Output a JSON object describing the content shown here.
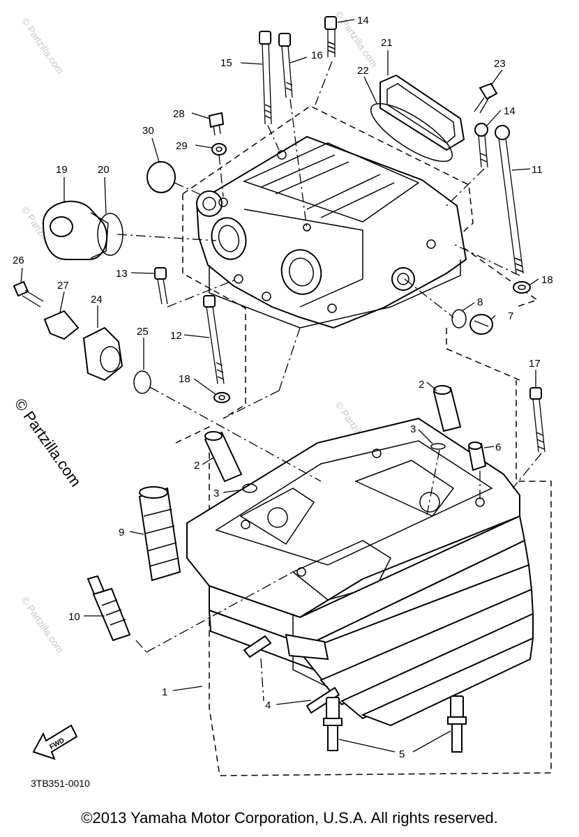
{
  "diagram": {
    "part_labels": [
      {
        "id": "1",
        "text": "1"
      },
      {
        "id": "2a",
        "text": "2"
      },
      {
        "id": "2b",
        "text": "2"
      },
      {
        "id": "3a",
        "text": "3"
      },
      {
        "id": "3b",
        "text": "3"
      },
      {
        "id": "4",
        "text": "4"
      },
      {
        "id": "5",
        "text": "5"
      },
      {
        "id": "6",
        "text": "6"
      },
      {
        "id": "7",
        "text": "7"
      },
      {
        "id": "8",
        "text": "8"
      },
      {
        "id": "9",
        "text": "9"
      },
      {
        "id": "10",
        "text": "10"
      },
      {
        "id": "11",
        "text": "11"
      },
      {
        "id": "12",
        "text": "12"
      },
      {
        "id": "13",
        "text": "13"
      },
      {
        "id": "14a",
        "text": "14"
      },
      {
        "id": "14b",
        "text": "14"
      },
      {
        "id": "15",
        "text": "15"
      },
      {
        "id": "16",
        "text": "16"
      },
      {
        "id": "17",
        "text": "17"
      },
      {
        "id": "18a",
        "text": "18"
      },
      {
        "id": "18b",
        "text": "18"
      },
      {
        "id": "19",
        "text": "19"
      },
      {
        "id": "20",
        "text": "20"
      },
      {
        "id": "21",
        "text": "21"
      },
      {
        "id": "22",
        "text": "22"
      },
      {
        "id": "23",
        "text": "23"
      },
      {
        "id": "24",
        "text": "24"
      },
      {
        "id": "25",
        "text": "25"
      },
      {
        "id": "26",
        "text": "26"
      },
      {
        "id": "27",
        "text": "27"
      },
      {
        "id": "28",
        "text": "28"
      },
      {
        "id": "29",
        "text": "29"
      },
      {
        "id": "30",
        "text": "30"
      }
    ],
    "diagram_code": "3TB351-0010",
    "fwd_label": "FWD",
    "watermark": "© Partzilla.com",
    "watermark_small": "© Partzilla.com"
  },
  "footer": {
    "copyright": "©2013 Yamaha Motor Corporation, U.S.A. All rights reserved."
  }
}
